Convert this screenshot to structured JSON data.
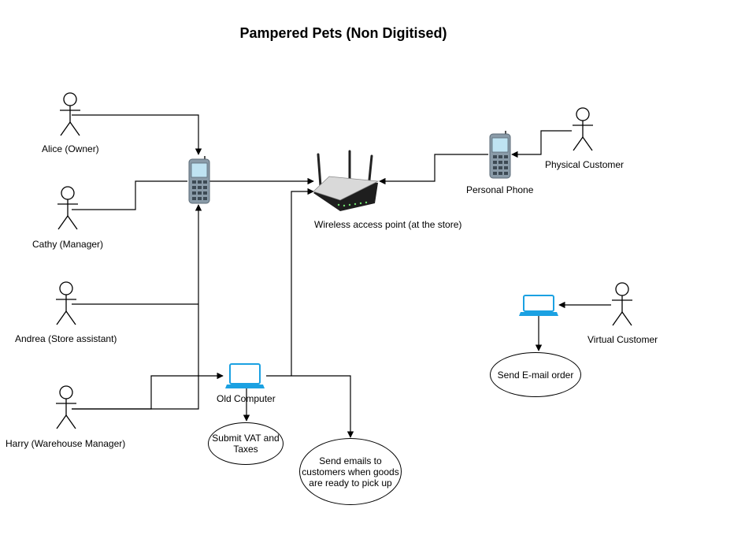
{
  "title": "Pampered Pets (Non Digitised)",
  "actors": {
    "alice": "Alice (Owner)",
    "cathy": "Cathy (Manager)",
    "andrea": "Andrea (Store assistant)",
    "harry": "Harry (Warehouse Manager)",
    "physical_customer": "Physical Customer",
    "virtual_customer": "Virtual Customer"
  },
  "devices": {
    "store_phone": "",
    "personal_phone": "Personal Phone",
    "router": "Wireless access point (at the store)",
    "old_computer": "Old Computer",
    "virtual_laptop": ""
  },
  "use_cases": {
    "vat": "Submit VAT and Taxes",
    "emails": "Send emails to customers when goods are ready to pick up",
    "email_order": "Send E-mail order"
  },
  "colors": {
    "line": "#000000",
    "laptop": "#1ba1e2",
    "phone_body": "#8a9ba8",
    "router_body": "#d9d9d9"
  }
}
